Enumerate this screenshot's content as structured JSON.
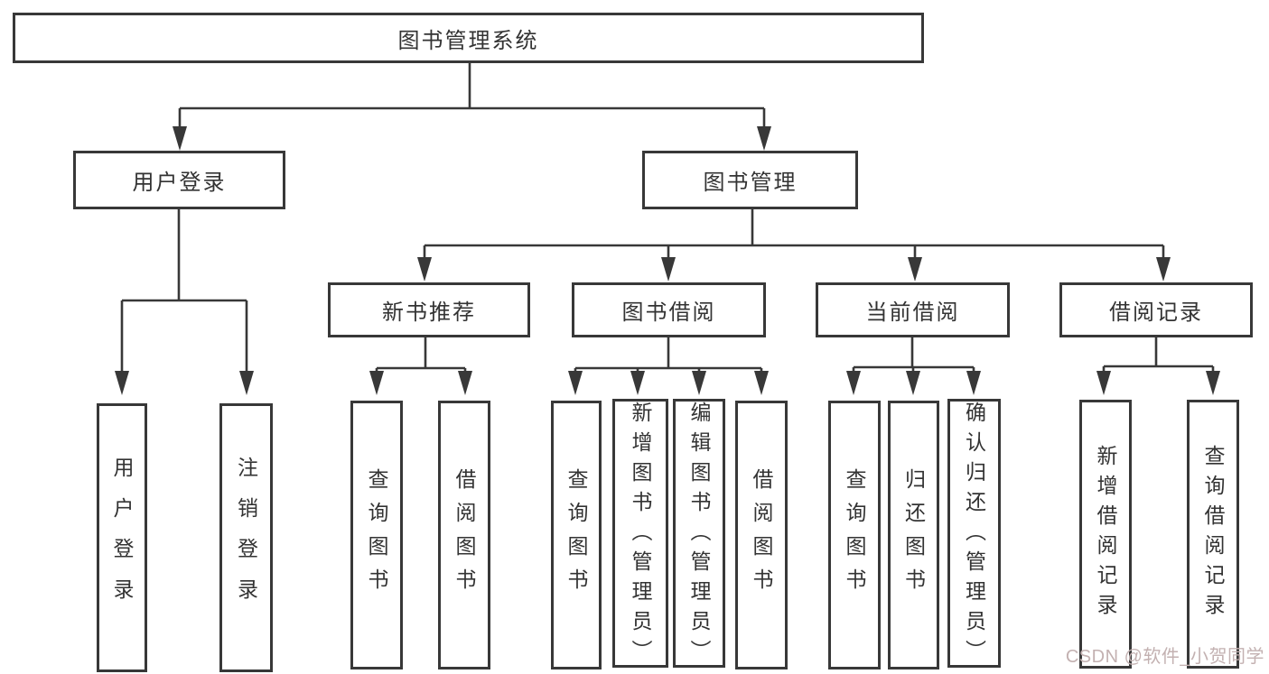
{
  "tree": {
    "root": {
      "label": "图书管理系统",
      "children": [
        {
          "label": "用户登录",
          "children": [
            {
              "label": "用户登录"
            },
            {
              "label": "注销登录"
            }
          ]
        },
        {
          "label": "图书管理",
          "children": [
            {
              "label": "新书推荐",
              "children": [
                {
                  "label": "查询图书"
                },
                {
                  "label": "借阅图书"
                }
              ]
            },
            {
              "label": "图书借阅",
              "children": [
                {
                  "label": "查询图书"
                },
                {
                  "label": "新增图书（管理员）"
                },
                {
                  "label": "编辑图书（管理员）"
                },
                {
                  "label": "借阅图书"
                }
              ]
            },
            {
              "label": "当前借阅",
              "children": [
                {
                  "label": "查询图书"
                },
                {
                  "label": "归还图书"
                },
                {
                  "label": "确认归还（管理员）"
                }
              ]
            },
            {
              "label": "借阅记录",
              "children": [
                {
                  "label": "新增借阅记录"
                },
                {
                  "label": "查询借阅记录"
                }
              ]
            }
          ]
        }
      ]
    }
  },
  "watermark": {
    "text": "CSDN @软件_小贺同学"
  },
  "colors": {
    "line": "#383838",
    "box_border": "#383838",
    "text": "#333333",
    "watermark": "#c3b1b1",
    "background": "#ffffff"
  }
}
